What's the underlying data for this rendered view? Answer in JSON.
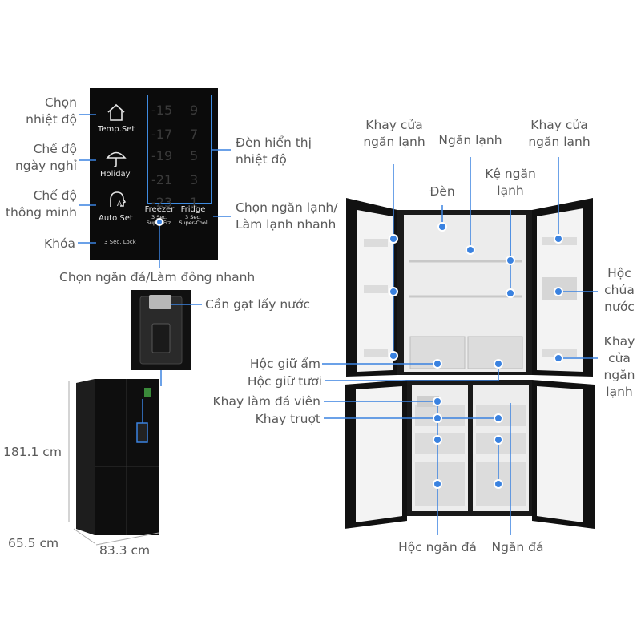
{
  "panel": {
    "buttons": [
      "Temp.Set",
      "Holiday",
      "Auto Set"
    ],
    "ai_mark": "AI",
    "lock": "3 Sec. Lock",
    "freezer": {
      "title": "Freezer",
      "sub1": "3 Sec.",
      "sub2": "Super-Frz."
    },
    "fridge": {
      "title": "Fridge",
      "sub1": "3 Sec.",
      "sub2": "Super-Cool"
    },
    "digits_left": [
      "-15",
      "-17",
      "-19",
      "-21",
      "-23"
    ],
    "digits_right": [
      "9",
      "7",
      "5",
      "3",
      "1"
    ]
  },
  "labels": {
    "chon_nhiet_do": [
      "Chọn",
      "nhiệt độ"
    ],
    "che_do_ngay_nghi": [
      "Chế độ",
      "ngày nghỉ"
    ],
    "che_do_thong_minh": [
      "Chế độ",
      "thông minh"
    ],
    "khoa": "Khóa",
    "den_hien_thi": [
      "Đèn hiển thị",
      "nhiệt độ"
    ],
    "chon_ngan_lanh": [
      "Chọn ngăn lạnh/",
      "Làm lạnh nhanh"
    ],
    "chon_ngan_da": "Chọn ngăn đá/Làm đông nhanh",
    "can_gat": "Cần gạt lấy nước",
    "khay_cua_left": [
      "Khay cửa",
      "ngăn lạnh"
    ],
    "ngan_lanh": "Ngăn lạnh",
    "khay_cua_right": [
      "Khay cửa",
      "ngăn lạnh"
    ],
    "ke_ngan_lanh": [
      "Kệ ngăn",
      "lạnh"
    ],
    "den": "Đèn",
    "hoc_chua_nuoc": [
      "Hộc",
      "chứa",
      "nước"
    ],
    "khay_cua_bottom": [
      "Khay",
      "cửa",
      "ngăn",
      "lạnh"
    ],
    "hoc_giu_am": "Hộc giữ ẩm",
    "hoc_giu_tuoi": "Hộc giữ tươi",
    "khay_lam_da": "Khay làm đá viên",
    "khay_truot": "Khay trượt",
    "hoc_ngan_da": "Hộc ngăn đá",
    "ngan_da": "Ngăn đá"
  },
  "dimensions": {
    "height": "181.1 cm",
    "depth": "65.5 cm",
    "width": "83.3 cm"
  },
  "colors": {
    "accent": "#3a82e0",
    "fridge_body": "#111111",
    "interior": "#f2f2f2"
  }
}
